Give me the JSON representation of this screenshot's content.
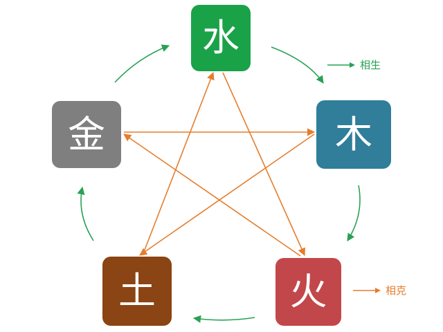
{
  "colors": {
    "generating_arrow": "#27a153",
    "controlling_arrow": "#e57d2c",
    "water": "#1aa248",
    "wood": "#307e99",
    "fire": "#c2474b",
    "earth": "#8b4413",
    "metal": "#7f7f7f"
  },
  "elements": {
    "water": "水",
    "wood": "木",
    "fire": "火",
    "earth": "土",
    "metal": "金"
  },
  "legend": {
    "generating": "相生",
    "controlling": "相克"
  },
  "cycles": {
    "generating": [
      "water",
      "wood",
      "fire",
      "earth",
      "metal",
      "water"
    ],
    "controlling": [
      "water",
      "fire",
      "metal",
      "wood",
      "earth",
      "water"
    ]
  }
}
